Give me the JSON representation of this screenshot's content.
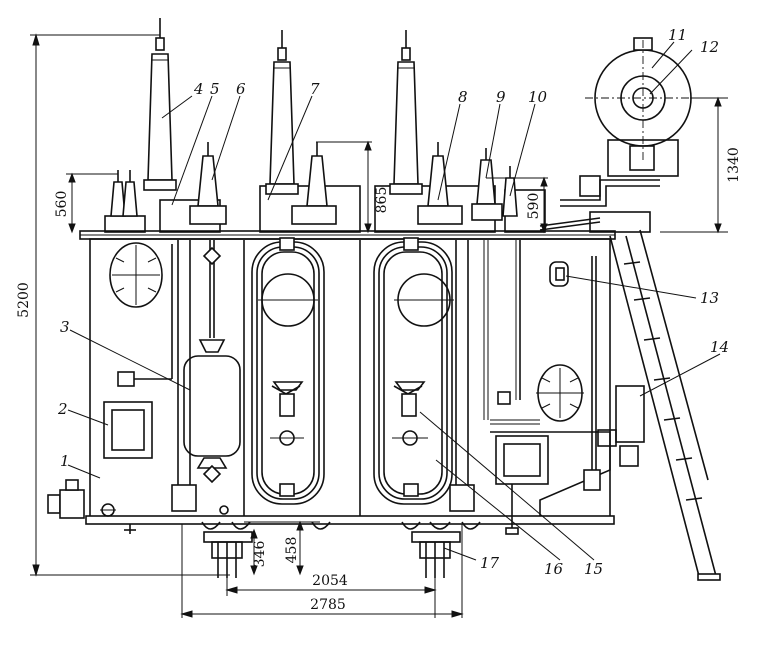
{
  "callouts": [
    "1",
    "2",
    "3",
    "4",
    "5",
    "6",
    "7",
    "8",
    "9",
    "10",
    "11",
    "12",
    "13",
    "14",
    "15",
    "16",
    "17"
  ],
  "dimensions": {
    "total_height": "5200",
    "d560": "560",
    "d865": "865",
    "d590": "590",
    "d1340": "1340",
    "d346": "346",
    "d458": "458",
    "d2054": "2054",
    "d2785": "2785"
  }
}
